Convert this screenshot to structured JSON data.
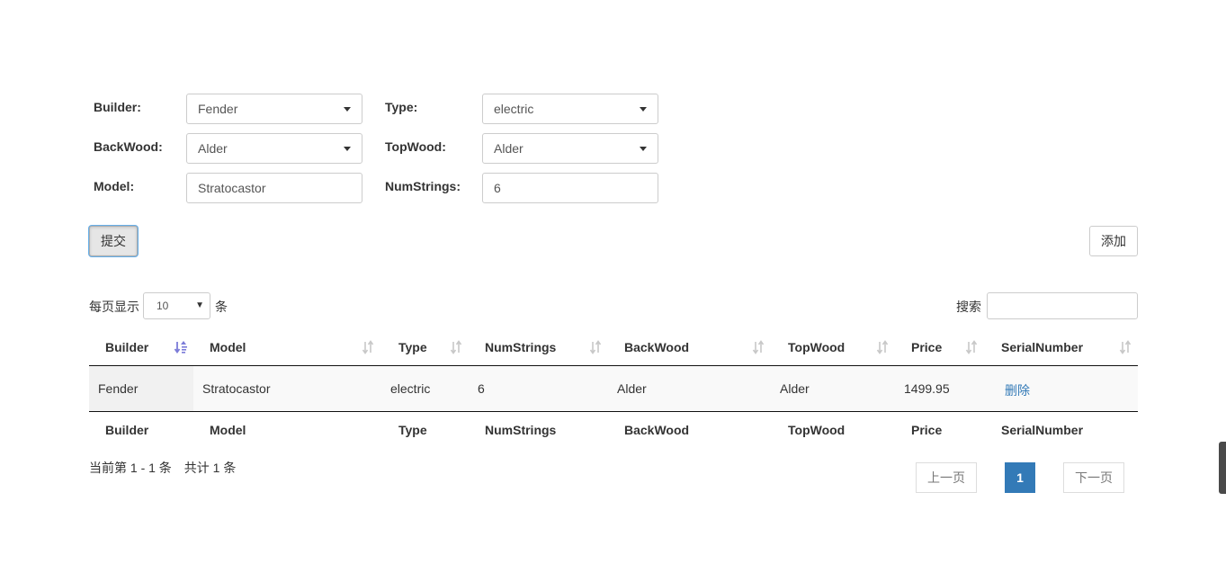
{
  "filters": {
    "builder": {
      "label": "Builder:",
      "value": "Fender"
    },
    "type": {
      "label": "Type:",
      "value": "electric"
    },
    "backwood": {
      "label": "BackWood:",
      "value": "Alder"
    },
    "topwood": {
      "label": "TopWood:",
      "value": "Alder"
    },
    "model": {
      "label": "Model:",
      "value": "Stratocastor"
    },
    "numstrings": {
      "label": "NumStrings:",
      "value": "6"
    }
  },
  "actions": {
    "submit_label": "提交",
    "add_label": "添加"
  },
  "table_controls": {
    "length_prefix": "每页显示",
    "length_value": "10",
    "length_suffix": "条",
    "search_label": "搜索",
    "search_value": ""
  },
  "table": {
    "headers": [
      "Builder",
      "Model",
      "Type",
      "NumStrings",
      "BackWood",
      "TopWood",
      "Price",
      "SerialNumber"
    ],
    "rows": [
      {
        "builder": "Fender",
        "model": "Stratocastor",
        "type": "electric",
        "numstrings": "6",
        "backwood": "Alder",
        "topwood": "Alder",
        "price": "1499.95",
        "serial_action": "删除"
      }
    ]
  },
  "footer": {
    "info": "当前第 1 - 1 条　共计 1 条",
    "prev_label": "上一页",
    "current_page": "1",
    "next_label": "下一页"
  },
  "colors": {
    "accent": "#337ab7",
    "link": "#337ab7",
    "sorted_icon": "#7b7bd8"
  }
}
